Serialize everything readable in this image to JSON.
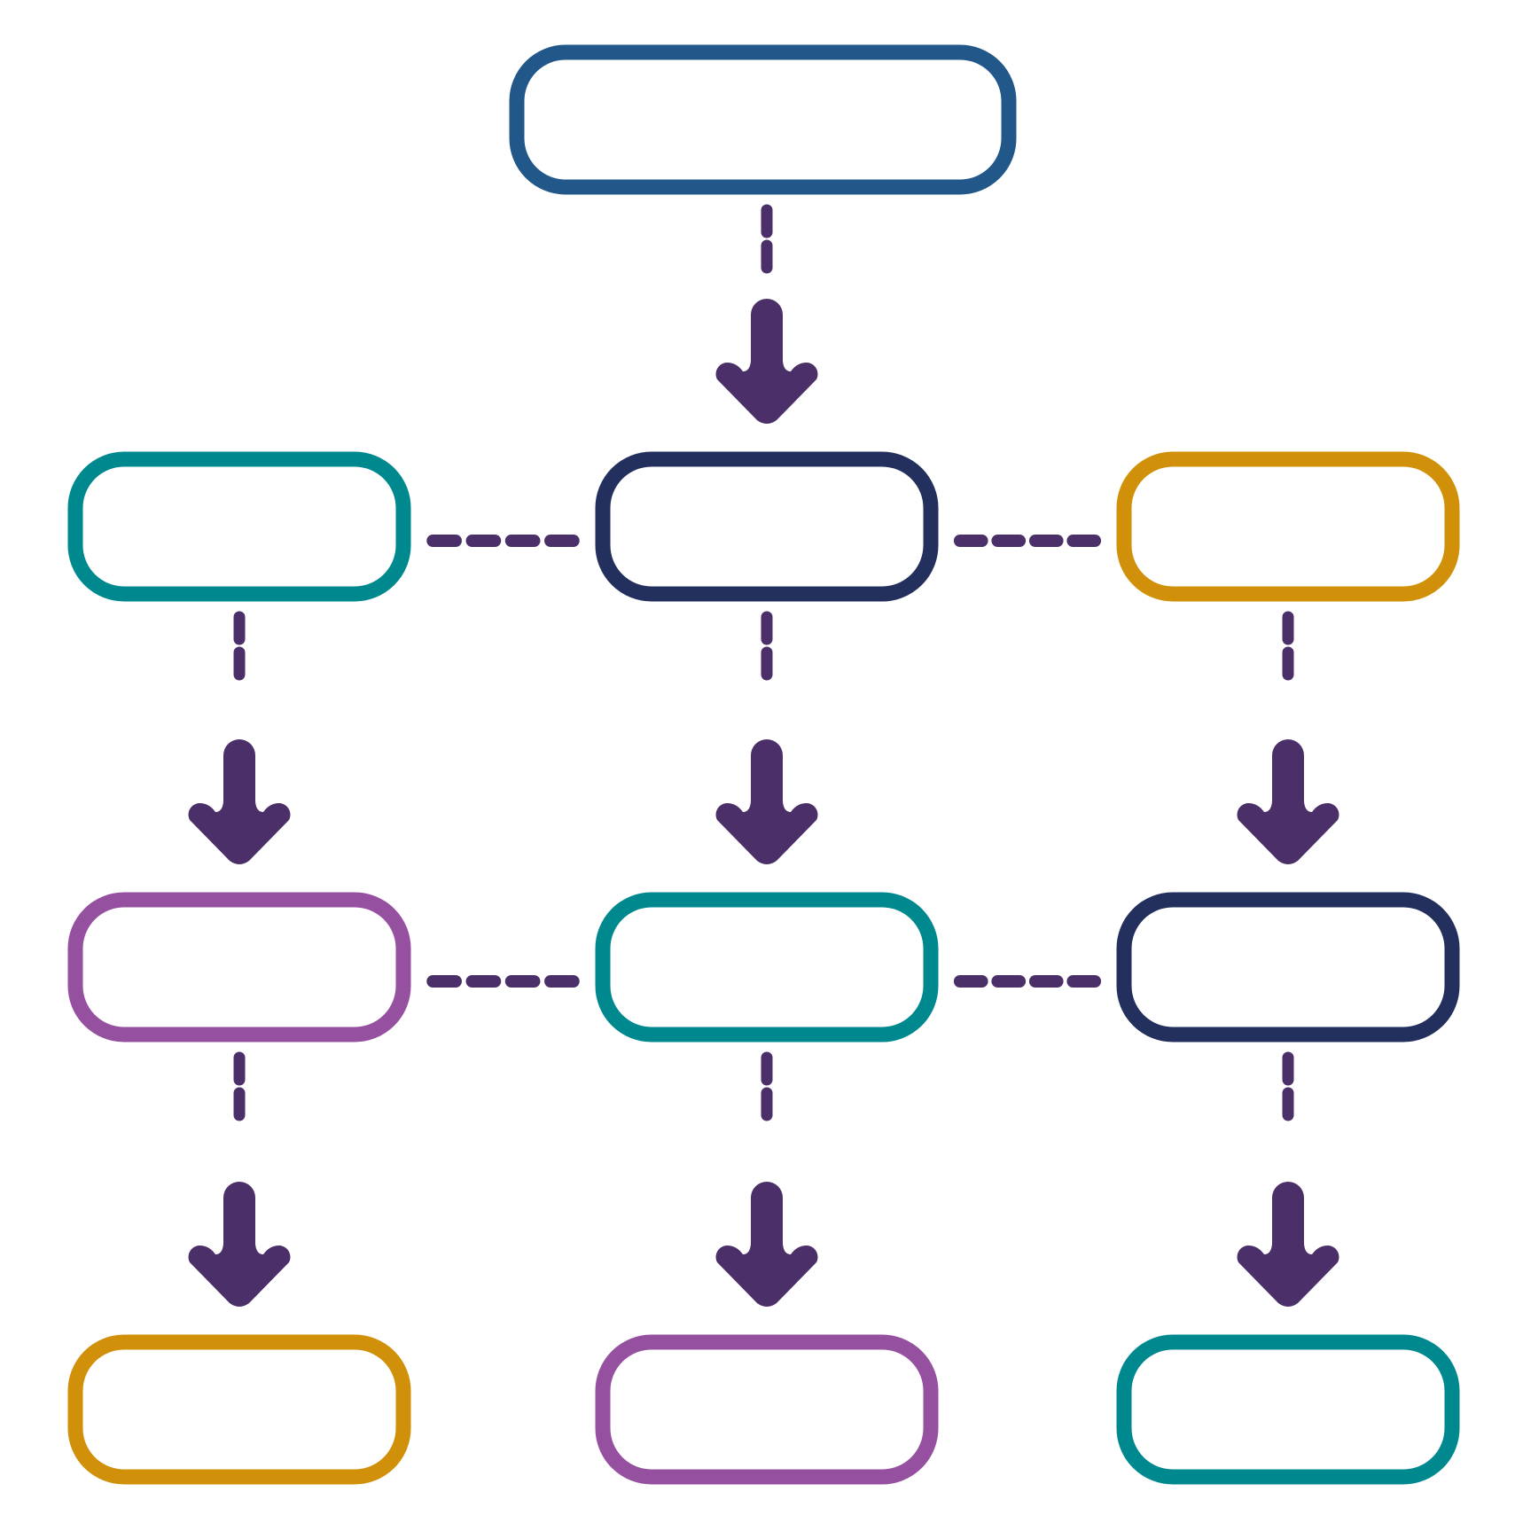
{
  "colors": {
    "connector": "#4a2f68",
    "blue": "#22578a",
    "teal": "#00888f",
    "navy": "#232f5c",
    "gold": "#d1900a",
    "purple": "#9550a0"
  },
  "nodes": [
    {
      "id": "root",
      "color": "blue"
    },
    {
      "id": "row1-left",
      "color": "teal"
    },
    {
      "id": "row1-center",
      "color": "navy"
    },
    {
      "id": "row1-right",
      "color": "gold"
    },
    {
      "id": "row2-left",
      "color": "purple"
    },
    {
      "id": "row2-center",
      "color": "teal"
    },
    {
      "id": "row2-right",
      "color": "navy"
    },
    {
      "id": "row3-left",
      "color": "gold"
    },
    {
      "id": "row3-center",
      "color": "purple"
    },
    {
      "id": "row3-right",
      "color": "teal"
    }
  ],
  "arrows": [
    {
      "from": "root",
      "to": "row1-center",
      "icon": "down-arrow-icon"
    },
    {
      "from": "row1-left",
      "to": "row2-left",
      "icon": "down-arrow-icon"
    },
    {
      "from": "row1-center",
      "to": "row2-center",
      "icon": "down-arrow-icon"
    },
    {
      "from": "row1-right",
      "to": "row2-right",
      "icon": "down-arrow-icon"
    },
    {
      "from": "row2-left",
      "to": "row3-left",
      "icon": "down-arrow-icon"
    },
    {
      "from": "row2-center",
      "to": "row3-center",
      "icon": "down-arrow-icon"
    },
    {
      "from": "row2-right",
      "to": "row3-right",
      "icon": "down-arrow-icon"
    }
  ],
  "links": [
    {
      "from": "row1-left",
      "to": "row1-center"
    },
    {
      "from": "row1-center",
      "to": "row1-right"
    },
    {
      "from": "row2-left",
      "to": "row2-center"
    },
    {
      "from": "row2-center",
      "to": "row2-right"
    }
  ]
}
